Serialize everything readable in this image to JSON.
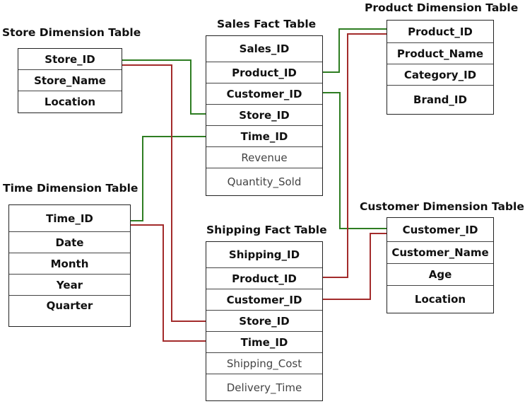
{
  "tables": {
    "store": {
      "title": "Store Dimension Table",
      "fields": [
        "Store_ID",
        "Store_Name",
        "Location"
      ]
    },
    "sales": {
      "title": "Sales Fact Table",
      "fields": [
        "Sales_ID",
        "Product_ID",
        "Customer_ID",
        "Store_ID",
        "Time_ID",
        "Revenue",
        "Quantity_Sold"
      ]
    },
    "product": {
      "title": "Product Dimension Table",
      "fields": [
        "Product_ID",
        "Product_Name",
        "Category_ID",
        "Brand_ID"
      ]
    },
    "time": {
      "title": "Time Dimension Table",
      "fields": [
        "Time_ID",
        "Date",
        "Month",
        "Year",
        "Quarter"
      ]
    },
    "shipping": {
      "title": "Shipping Fact Table",
      "fields": [
        "Shipping_ID",
        "Product_ID",
        "Customer_ID",
        "Store_ID",
        "Time_ID",
        "Shipping_Cost",
        "Delivery_Time"
      ]
    },
    "customer": {
      "title": "Customer Dimension Table",
      "fields": [
        "Customer_ID",
        "Customer_Name",
        "Age",
        "Location"
      ]
    }
  },
  "link_colors": {
    "sales": "#2e7d22",
    "shipping": "#a32b2b"
  }
}
